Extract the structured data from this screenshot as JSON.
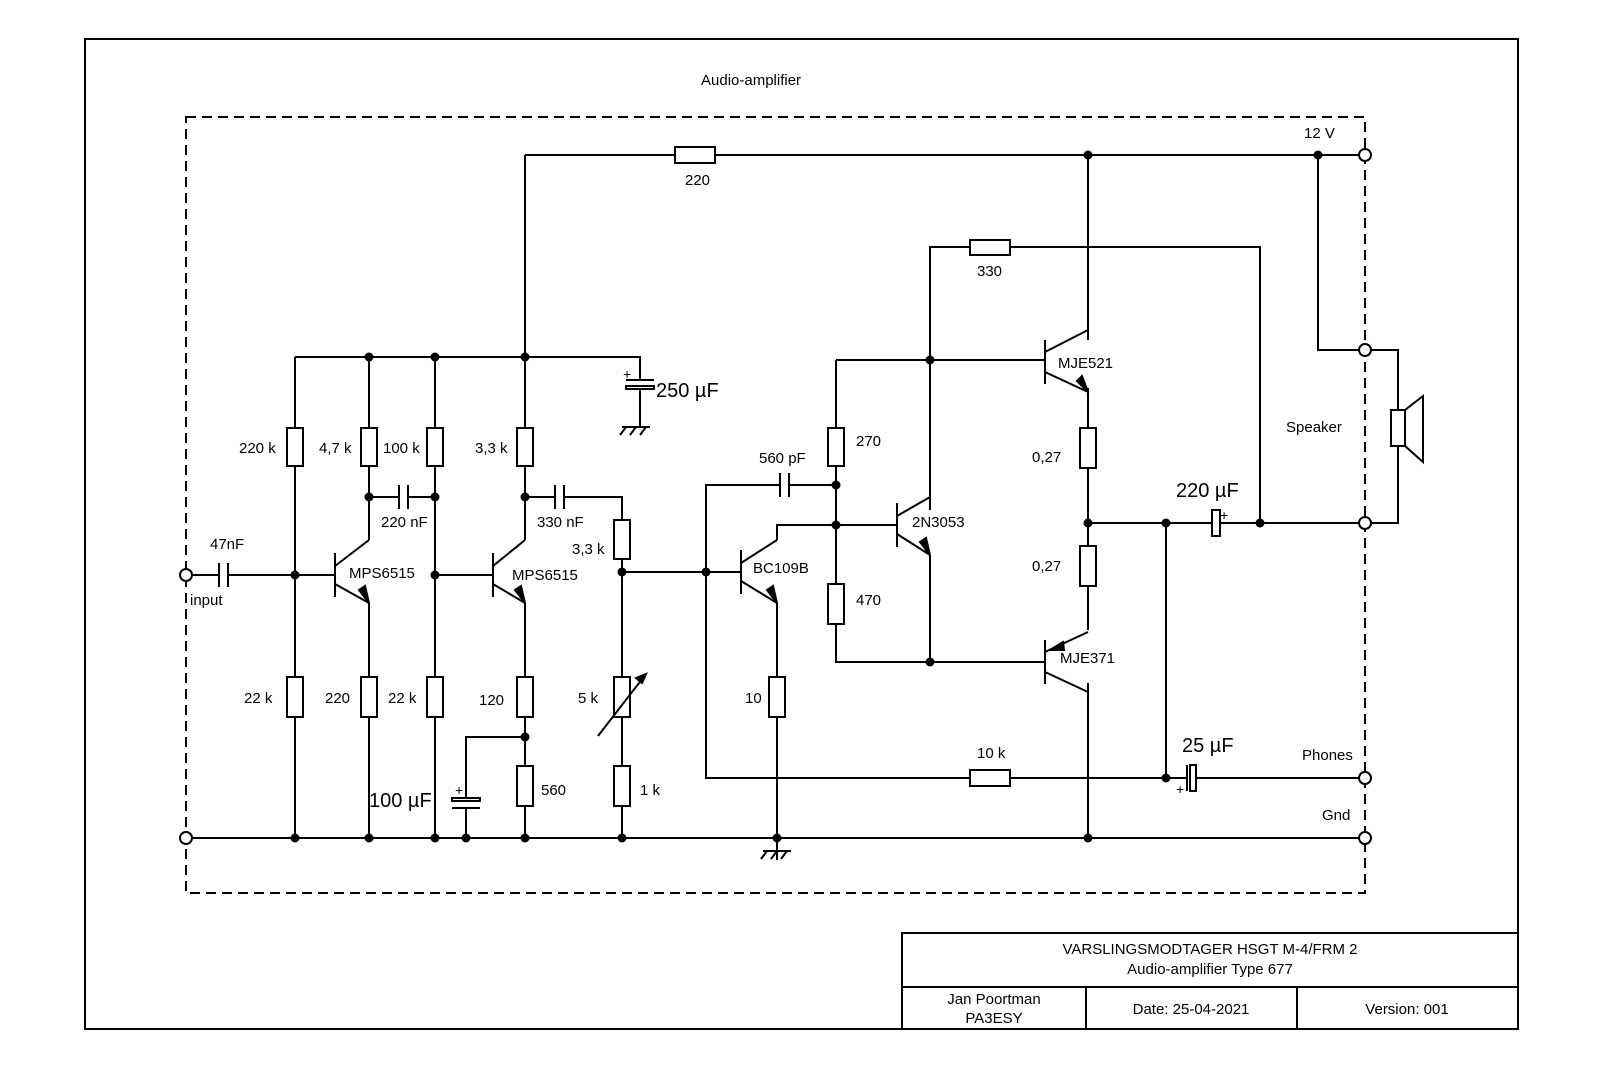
{
  "diagram": {
    "title": "Audio-amplifier",
    "terminals": {
      "supply": "12 V",
      "input": "input",
      "speaker": "Speaker",
      "phones": "Phones",
      "ground": "Gnd"
    },
    "resistors": {
      "r_supply": "220",
      "r_feedback": "330",
      "r1_top": "220 k",
      "r1_bottom": "22 k",
      "r2_collector": "4,7 k",
      "r2_emitter": "220",
      "r3_top": "100 k",
      "r3_bottom": "22 k",
      "r4_collector": "3,3 k",
      "r4_emitter_a": "120",
      "r4_emitter_b": "560",
      "r5_series": "3,3 k",
      "r5_pot": "5 k",
      "r5_bottom": "1 k",
      "r6_emitter": "10",
      "r7_top": "270",
      "r7_bottom": "470",
      "r8_top": "0,27",
      "r8_bottom": "0,27",
      "r_phones": "10 k"
    },
    "capacitors": {
      "c_input": "47nF",
      "c_coupling1": "220 nF",
      "c_coupling2": "330 nF",
      "c_miller": "560 pF",
      "c_supply": "250 µF",
      "c_emitter": "100 µF",
      "c_output": "220 µF",
      "c_phones": "25 µF"
    },
    "transistors": {
      "q1": "MPS6515",
      "q2": "MPS6515",
      "q3": "BC109B",
      "q4": "2N3053",
      "q5": "MJE521",
      "q6": "MJE371"
    }
  },
  "title_block": {
    "title_line1": "VARSLINGSMODTAGER HSGT M-4/FRM 2",
    "title_line2": "Audio-amplifier Type 677",
    "author_name": "Jan Poortman",
    "author_call": "PA3ESY",
    "date": "Date: 25-04-2021",
    "version": "Version: 001"
  }
}
